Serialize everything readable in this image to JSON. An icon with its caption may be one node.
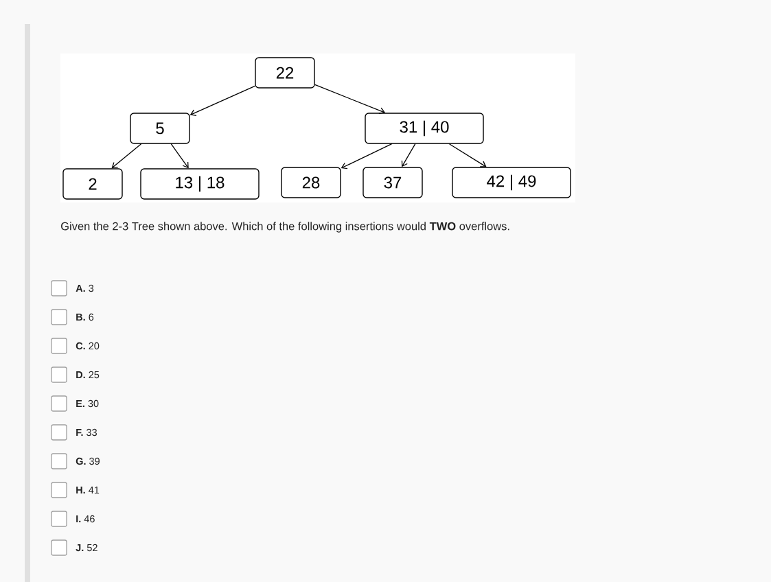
{
  "diagram": {
    "nodes": [
      {
        "text": [
          "22"
        ]
      },
      {
        "text": [
          "5"
        ]
      },
      {
        "text": [
          "31 | 40"
        ]
      },
      {
        "text": [
          "2"
        ]
      },
      {
        "text": [
          "13  |  18"
        ]
      },
      {
        "text": [
          "28"
        ]
      },
      {
        "text": [
          "37"
        ]
      },
      {
        "text": [
          "42 | 49"
        ]
      }
    ],
    "edges": [
      {
        "from": 0,
        "to": 1,
        "arrow": "to"
      },
      {
        "from": 0,
        "to": 2,
        "arrow": "to"
      },
      {
        "from": 1,
        "to": 3,
        "arrow": "to"
      },
      {
        "from": 1,
        "to": 4,
        "arrow": "to"
      },
      {
        "from": 2,
        "to": 5,
        "arrow": "to"
      },
      {
        "from": 2,
        "to": 6,
        "arrow": "to"
      },
      {
        "from": 2,
        "to": 7,
        "arrow": "to"
      }
    ],
    "labels": [
      "Given the 2-3 Tree shown above. Which of the following insertions would **TWO** overflows.",
      "**A.** 3",
      "**B.** 6",
      "**C.** 20",
      "**D.** 25",
      "**E.** 30",
      "**F.** 33",
      "**G.** 39",
      "**H.** 41",
      "**I.** 46",
      "**J.** 52"
    ]
  }
}
